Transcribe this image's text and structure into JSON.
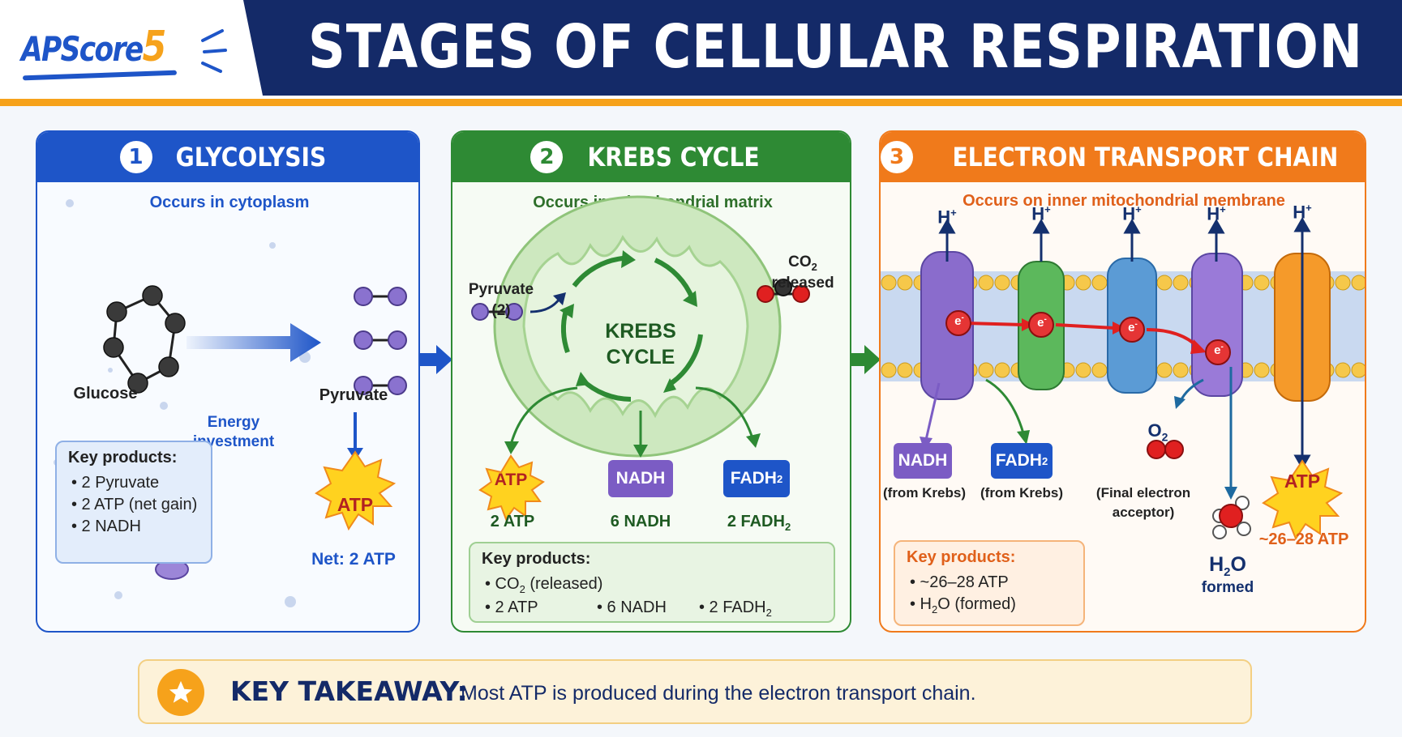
{
  "header": {
    "brand": "APScore",
    "brand_number": "5",
    "title": "STAGES OF CELLULAR RESPIRATION"
  },
  "colors": {
    "navy": "#142a68",
    "accent_orange": "#f6a21b",
    "glycolysis_blue": "#1e55c8",
    "krebs_green": "#2e8a34",
    "etc_orange": "#f07a1b",
    "purple": "#7b5cc4"
  },
  "glycolysis": {
    "number": "1",
    "title": "GLYCOLYSIS",
    "location": "Occurs in cytoplasm",
    "start": "Glucose",
    "end": "Pyruvate",
    "arrow_label_1": "Energy",
    "arrow_label_2": "investment",
    "atp_badge": "ATP",
    "net": "Net: 2 ATP",
    "key_title": "Key products:",
    "key_items": [
      "• 2 Pyruvate",
      "• 2 ATP (net gain)",
      "• 2 NADH"
    ]
  },
  "krebs": {
    "number": "2",
    "title": "KREBS CYCLE",
    "location": "Occurs in mitochondrial matrix",
    "input_1": "Pyruvate",
    "input_2": "(2)",
    "cycle_1": "KREBS",
    "cycle_2": "CYCLE",
    "co2": "CO",
    "co2_sub": "2",
    "co2_label": "released",
    "atp_badge": "ATP",
    "nadh_badge": "NADH",
    "fadh_badge": "FADH",
    "fadh_sub": "2",
    "out_atp": "2 ATP",
    "out_nadh": "6 NADH",
    "out_fadh": "2 FADH",
    "out_fadh_sub": "2",
    "key_title": "Key products:",
    "key_co2": "• CO",
    "key_co2_sub": "2",
    "key_co2_tail": " (released)",
    "key_atp": "• 2 ATP",
    "key_nadh": "• 6 NADH",
    "key_fadh": "• 2 FADH",
    "key_fadh_sub": "2"
  },
  "etc": {
    "number": "3",
    "title": "ELECTRON TRANSPORT CHAIN",
    "location": "Occurs on inner mitochondrial membrane",
    "proton": "H",
    "proton_sup": "+",
    "electron": "e",
    "electron_sup": "-",
    "nadh_badge": "NADH",
    "nadh_note": "(from Krebs)",
    "fadh_badge": "FADH",
    "fadh_sub": "2",
    "fadh_note": "(from Krebs)",
    "o2": "O",
    "o2_sub": "2",
    "o2_note_1": "(Final electron",
    "o2_note_2": "acceptor)",
    "h2o": "H",
    "h2o_sub": "2",
    "h2o_tail": "O",
    "h2o_note": "formed",
    "atp_badge": "ATP",
    "atp_yield": "~26–28 ATP",
    "key_title": "Key products:",
    "key_atp": "• ~26–28 ATP",
    "key_h2o": "• H",
    "key_h2o_sub": "2",
    "key_h2o_tail": "O (formed)"
  },
  "takeaway": {
    "label": "KEY TAKEAWAY:",
    "text": "Most ATP is produced during the electron transport chain."
  }
}
